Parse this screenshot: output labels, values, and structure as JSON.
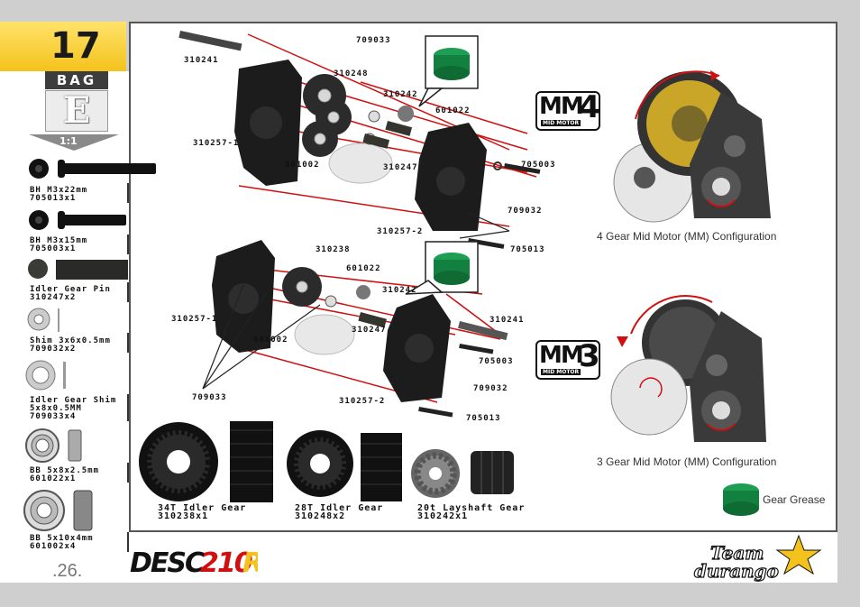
{
  "step": {
    "number": "17"
  },
  "bag": {
    "label": "BAG",
    "letter": "E",
    "scale": "1:1"
  },
  "sidebar_parts": [
    {
      "name": "BH M3x22mm",
      "code": "705013x1"
    },
    {
      "name": "BH M3x15mm",
      "code": "705003x1"
    },
    {
      "name": "Idler Gear Pin",
      "code": "310247x2"
    },
    {
      "name": "Shim 3x6x0.5mm",
      "code": "709032x2"
    },
    {
      "name": "Idler Gear Shim",
      "code": "5x8x0.5MM",
      "code2": "709033x4"
    },
    {
      "name": "BB 5x8x2.5mm",
      "code": "601022x1"
    },
    {
      "name": "BB 5x10x4mm",
      "code": "601002x4"
    }
  ],
  "callouts_top": {
    "c709033": "709033",
    "c310241": "310241",
    "c310248": "310248",
    "c310242": "310242",
    "c601022": "601022",
    "c310257_1": "310257-1",
    "c601002": "601002",
    "c310247": "310247",
    "c705003": "705003",
    "c709032": "709032",
    "c310257_2": "310257-2",
    "c705013": "705013"
  },
  "callouts_bottom": {
    "c310238": "310238",
    "c601022": "601022",
    "c310242": "310242",
    "c310241": "310241",
    "c310257_1": "310257-1",
    "c601002": "601002",
    "c310247": "310247",
    "c705003": "705003",
    "c709033": "709033",
    "c709032": "709032",
    "c310257_2": "310257-2",
    "c705013": "705013"
  },
  "gears": [
    {
      "name": "34T Idler Gear",
      "code": "310238x1"
    },
    {
      "name": "28T Idler Gear",
      "code": "310248x2"
    },
    {
      "name": "20t Layshaft Gear",
      "code": "310242x1"
    }
  ],
  "configs": {
    "mm4": {
      "badge": "MM",
      "digit": "4",
      "sub": "MID MOTOR",
      "caption": "4 Gear Mid Motor (MM) Configuration"
    },
    "mm3": {
      "badge": "MM",
      "digit": "3",
      "sub": "MID MOTOR",
      "caption": "3 Gear Mid Motor (MM) Configuration"
    }
  },
  "grease": {
    "label": "Gear Grease",
    "color": "#12813f"
  },
  "footer": {
    "page": ".26.",
    "product_logo": "DESC210R",
    "brand_logo": "Team durango"
  },
  "colors": {
    "accent": "#f4c21c",
    "red_line": "#d01010",
    "dark": "#1a1a1a"
  }
}
